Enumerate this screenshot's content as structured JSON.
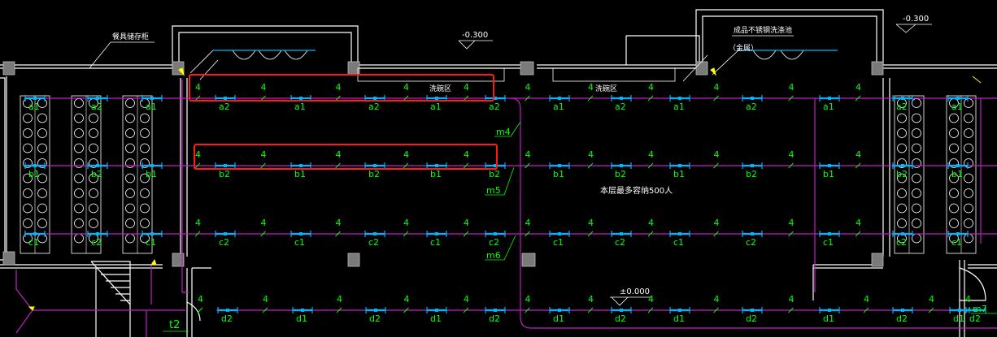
{
  "colors": {
    "background": "#000000",
    "wall": "#ffffff",
    "column": "#808080",
    "circuit": "#c020c0",
    "cable": "#00d000",
    "fixture": "#00b4ff",
    "label": "#00ff00",
    "highlight": "#ff1a1a",
    "arrow": "#ffff00"
  },
  "annotations": {
    "storage_room": "餐具储存柜",
    "level_top_left": "-0.300",
    "level_top_right": "-0.300",
    "sink_note": "成品不锈钢洗涤池",
    "sink_note_sub": "（金属）",
    "wash_area_left": "洗碗区",
    "wash_area_right": "洗碗区",
    "capacity_note": "本层最多容纳500人",
    "floor_level": "±0.000"
  },
  "rows": [
    {
      "row": "a",
      "cable_count": "4",
      "fixtures": [
        "a2",
        "a1",
        "a2",
        "a1",
        "a2",
        "a1",
        "a2",
        "a1",
        "a2",
        "a1"
      ],
      "left_bay_labels": [
        "a1",
        "a2",
        "a1"
      ],
      "right_bay_labels": [
        "a2",
        "a1"
      ]
    },
    {
      "row": "b",
      "cable_count": "4",
      "fixtures": [
        "b2",
        "b1",
        "b2",
        "b1",
        "b2",
        "b1",
        "b2",
        "b1",
        "b2",
        "b1"
      ],
      "left_bay_labels": [
        "b1",
        "b2",
        "b1"
      ],
      "right_bay_labels": [
        "b2",
        "b1"
      ]
    },
    {
      "row": "c",
      "cable_count": "4",
      "fixtures": [
        "c2",
        "c1",
        "c2",
        "c1",
        "c2",
        "c1",
        "c2",
        "c1",
        "c2",
        "c1"
      ],
      "left_bay_labels": [
        "c1",
        "c2",
        "c1"
      ],
      "right_bay_labels": [
        "c2",
        "c1"
      ]
    },
    {
      "row": "d",
      "cable_count": "4",
      "fixtures": [
        "d2",
        "d1",
        "d2",
        "d1",
        "d2",
        "d1",
        "d2",
        "d1",
        "d2",
        "d1",
        "d2",
        "d1",
        "d2"
      ]
    }
  ],
  "circuit_tags": [
    "m4",
    "m5",
    "m6",
    "m7",
    "t2"
  ],
  "highlight_boxes": [
    {
      "name": "highlight-row-a",
      "covers": "row a cable count markers"
    },
    {
      "name": "highlight-row-b",
      "covers": "row b cable count markers"
    }
  ]
}
